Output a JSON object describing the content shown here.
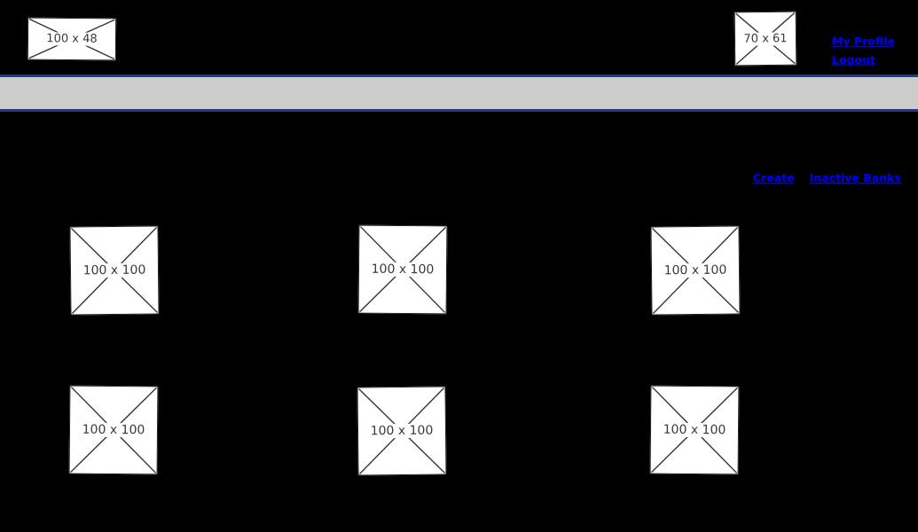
{
  "page": {
    "background": "#000000"
  },
  "header": {
    "logo_placeholder_label": "100 x 48",
    "avatar_placeholder_label": "70 x 61",
    "links": [
      {
        "label": "My Profile"
      },
      {
        "label": "Logout"
      }
    ]
  },
  "navbar": {
    "fill_color": "#cccccc",
    "border_color": "#26397f"
  },
  "content": {
    "actions": [
      {
        "label": "Create"
      },
      {
        "label": "Inactive Banks"
      }
    ],
    "grid": {
      "items": [
        {
          "placeholder": "100 x 100"
        },
        {
          "placeholder": "100 x 100"
        },
        {
          "placeholder": "100 x 100"
        },
        {
          "placeholder": "100 x 100"
        },
        {
          "placeholder": "100 x 100"
        },
        {
          "placeholder": "100 x 100"
        }
      ]
    }
  },
  "colors": {
    "link": "#0000ff",
    "placeholder_background": "#ffffff",
    "placeholder_border": "#1f1f1f",
    "placeholder_text": "#3a3a3a"
  }
}
